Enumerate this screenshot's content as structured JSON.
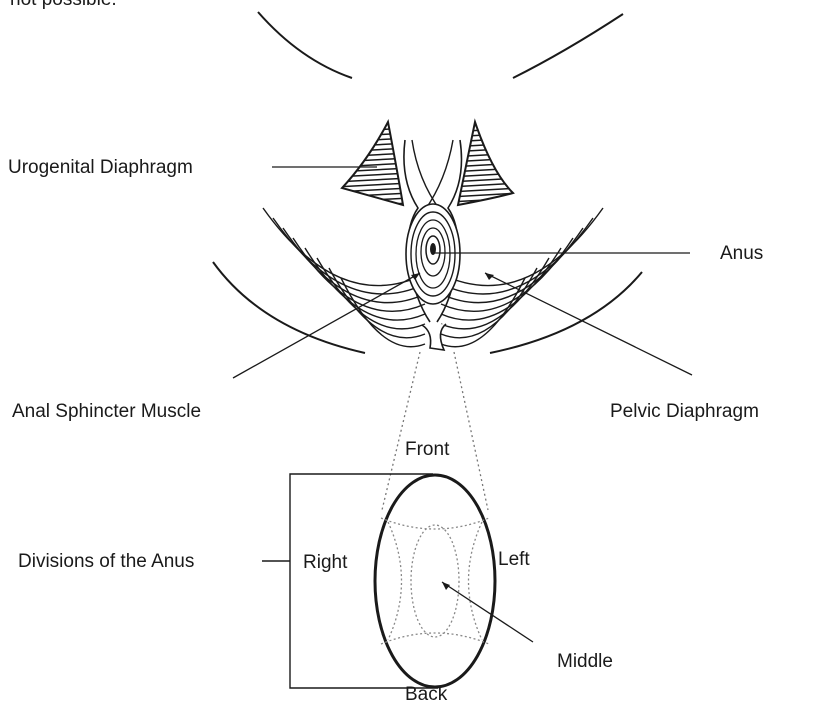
{
  "header": {
    "clipped_text": "not possible."
  },
  "labels": {
    "urogenital_diaphragm": "Urogenital Diaphragm",
    "anus": "Anus",
    "anal_sphincter_muscle": "Anal Sphincter Muscle",
    "pelvic_diaphragm": "Pelvic Diaphragm"
  },
  "divisions": {
    "title": "Divisions of the Anus",
    "front": "Front",
    "back": "Back",
    "right": "Right",
    "left": "Left",
    "middle": "Middle"
  },
  "colors": {
    "ink": "#1a1a1a",
    "dotted": "#888888",
    "background": "#ffffff"
  }
}
